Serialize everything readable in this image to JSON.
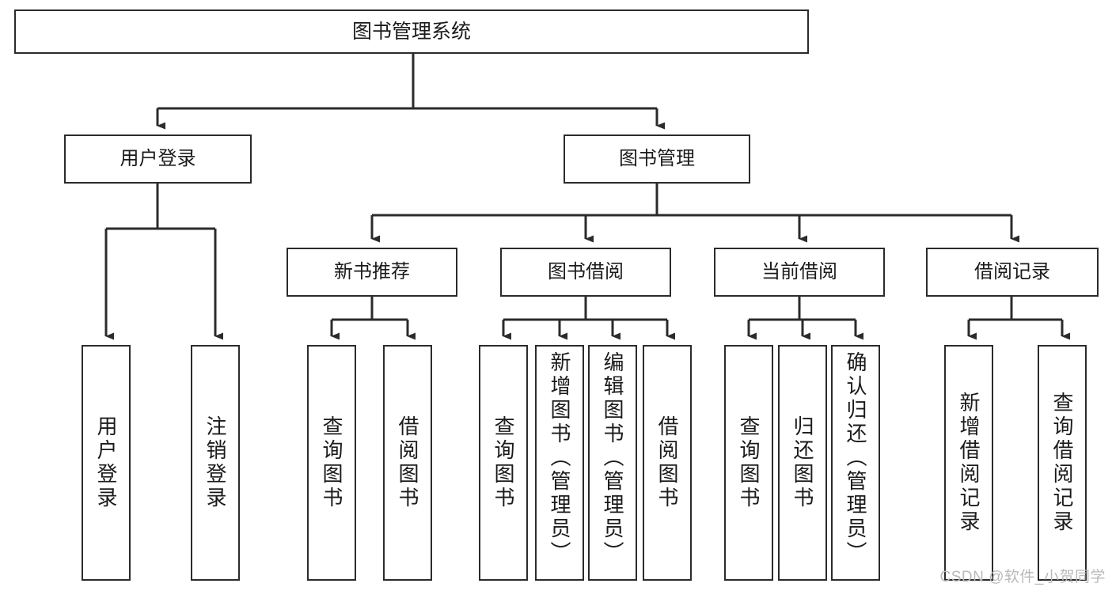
{
  "diagram": {
    "title": "图书管理系统",
    "type": "tree-hierarchy-diagram",
    "watermark": "CSDN @软件_小贺同学",
    "colors": {
      "stroke": "#2b2b2b",
      "fill": "#ffffff",
      "text": "#1b1b1b",
      "watermark": "#b9b9b9"
    },
    "nodes": {
      "root": {
        "label": "图书管理系统"
      },
      "level2": [
        {
          "label": "用户登录"
        },
        {
          "label": "图书管理"
        }
      ],
      "level3": [
        {
          "label": "新书推荐"
        },
        {
          "label": "图书借阅"
        },
        {
          "label": "当前借阅"
        },
        {
          "label": "借阅记录"
        }
      ],
      "leaves": {
        "user_login": [
          {
            "label": "用户登录"
          },
          {
            "label": "注销登录"
          }
        ],
        "new_book_recommend": [
          {
            "label": "查询图书"
          },
          {
            "label": "借阅图书"
          }
        ],
        "book_borrow": [
          {
            "label": "查询图书"
          },
          {
            "label": "新增图书（管理员）"
          },
          {
            "label": "编辑图书（管理员）"
          },
          {
            "label": "借阅图书"
          }
        ],
        "current_borrow": [
          {
            "label": "查询图书"
          },
          {
            "label": "归还图书"
          },
          {
            "label": "确认归还（管理员）"
          }
        ],
        "borrow_record": [
          {
            "label": "新增借阅记录"
          },
          {
            "label": "查询借阅记录"
          }
        ]
      }
    },
    "edges": [
      {
        "from": "图书管理系统",
        "to": "用户登录"
      },
      {
        "from": "图书管理系统",
        "to": "图书管理"
      },
      {
        "from": "用户登录",
        "to": "用户登录"
      },
      {
        "from": "用户登录",
        "to": "注销登录"
      },
      {
        "from": "图书管理",
        "to": "新书推荐"
      },
      {
        "from": "图书管理",
        "to": "图书借阅"
      },
      {
        "from": "图书管理",
        "to": "当前借阅"
      },
      {
        "from": "图书管理",
        "to": "借阅记录"
      },
      {
        "from": "新书推荐",
        "to": "查询图书"
      },
      {
        "from": "新书推荐",
        "to": "借阅图书"
      },
      {
        "from": "图书借阅",
        "to": "查询图书"
      },
      {
        "from": "图书借阅",
        "to": "新增图书（管理员）"
      },
      {
        "from": "图书借阅",
        "to": "编辑图书（管理员）"
      },
      {
        "from": "图书借阅",
        "to": "借阅图书"
      },
      {
        "from": "当前借阅",
        "to": "查询图书"
      },
      {
        "from": "当前借阅",
        "to": "归还图书"
      },
      {
        "from": "当前借阅",
        "to": "确认归还（管理员）"
      },
      {
        "from": "借阅记录",
        "to": "新增借阅记录"
      },
      {
        "from": "借阅记录",
        "to": "查询借阅记录"
      }
    ]
  }
}
